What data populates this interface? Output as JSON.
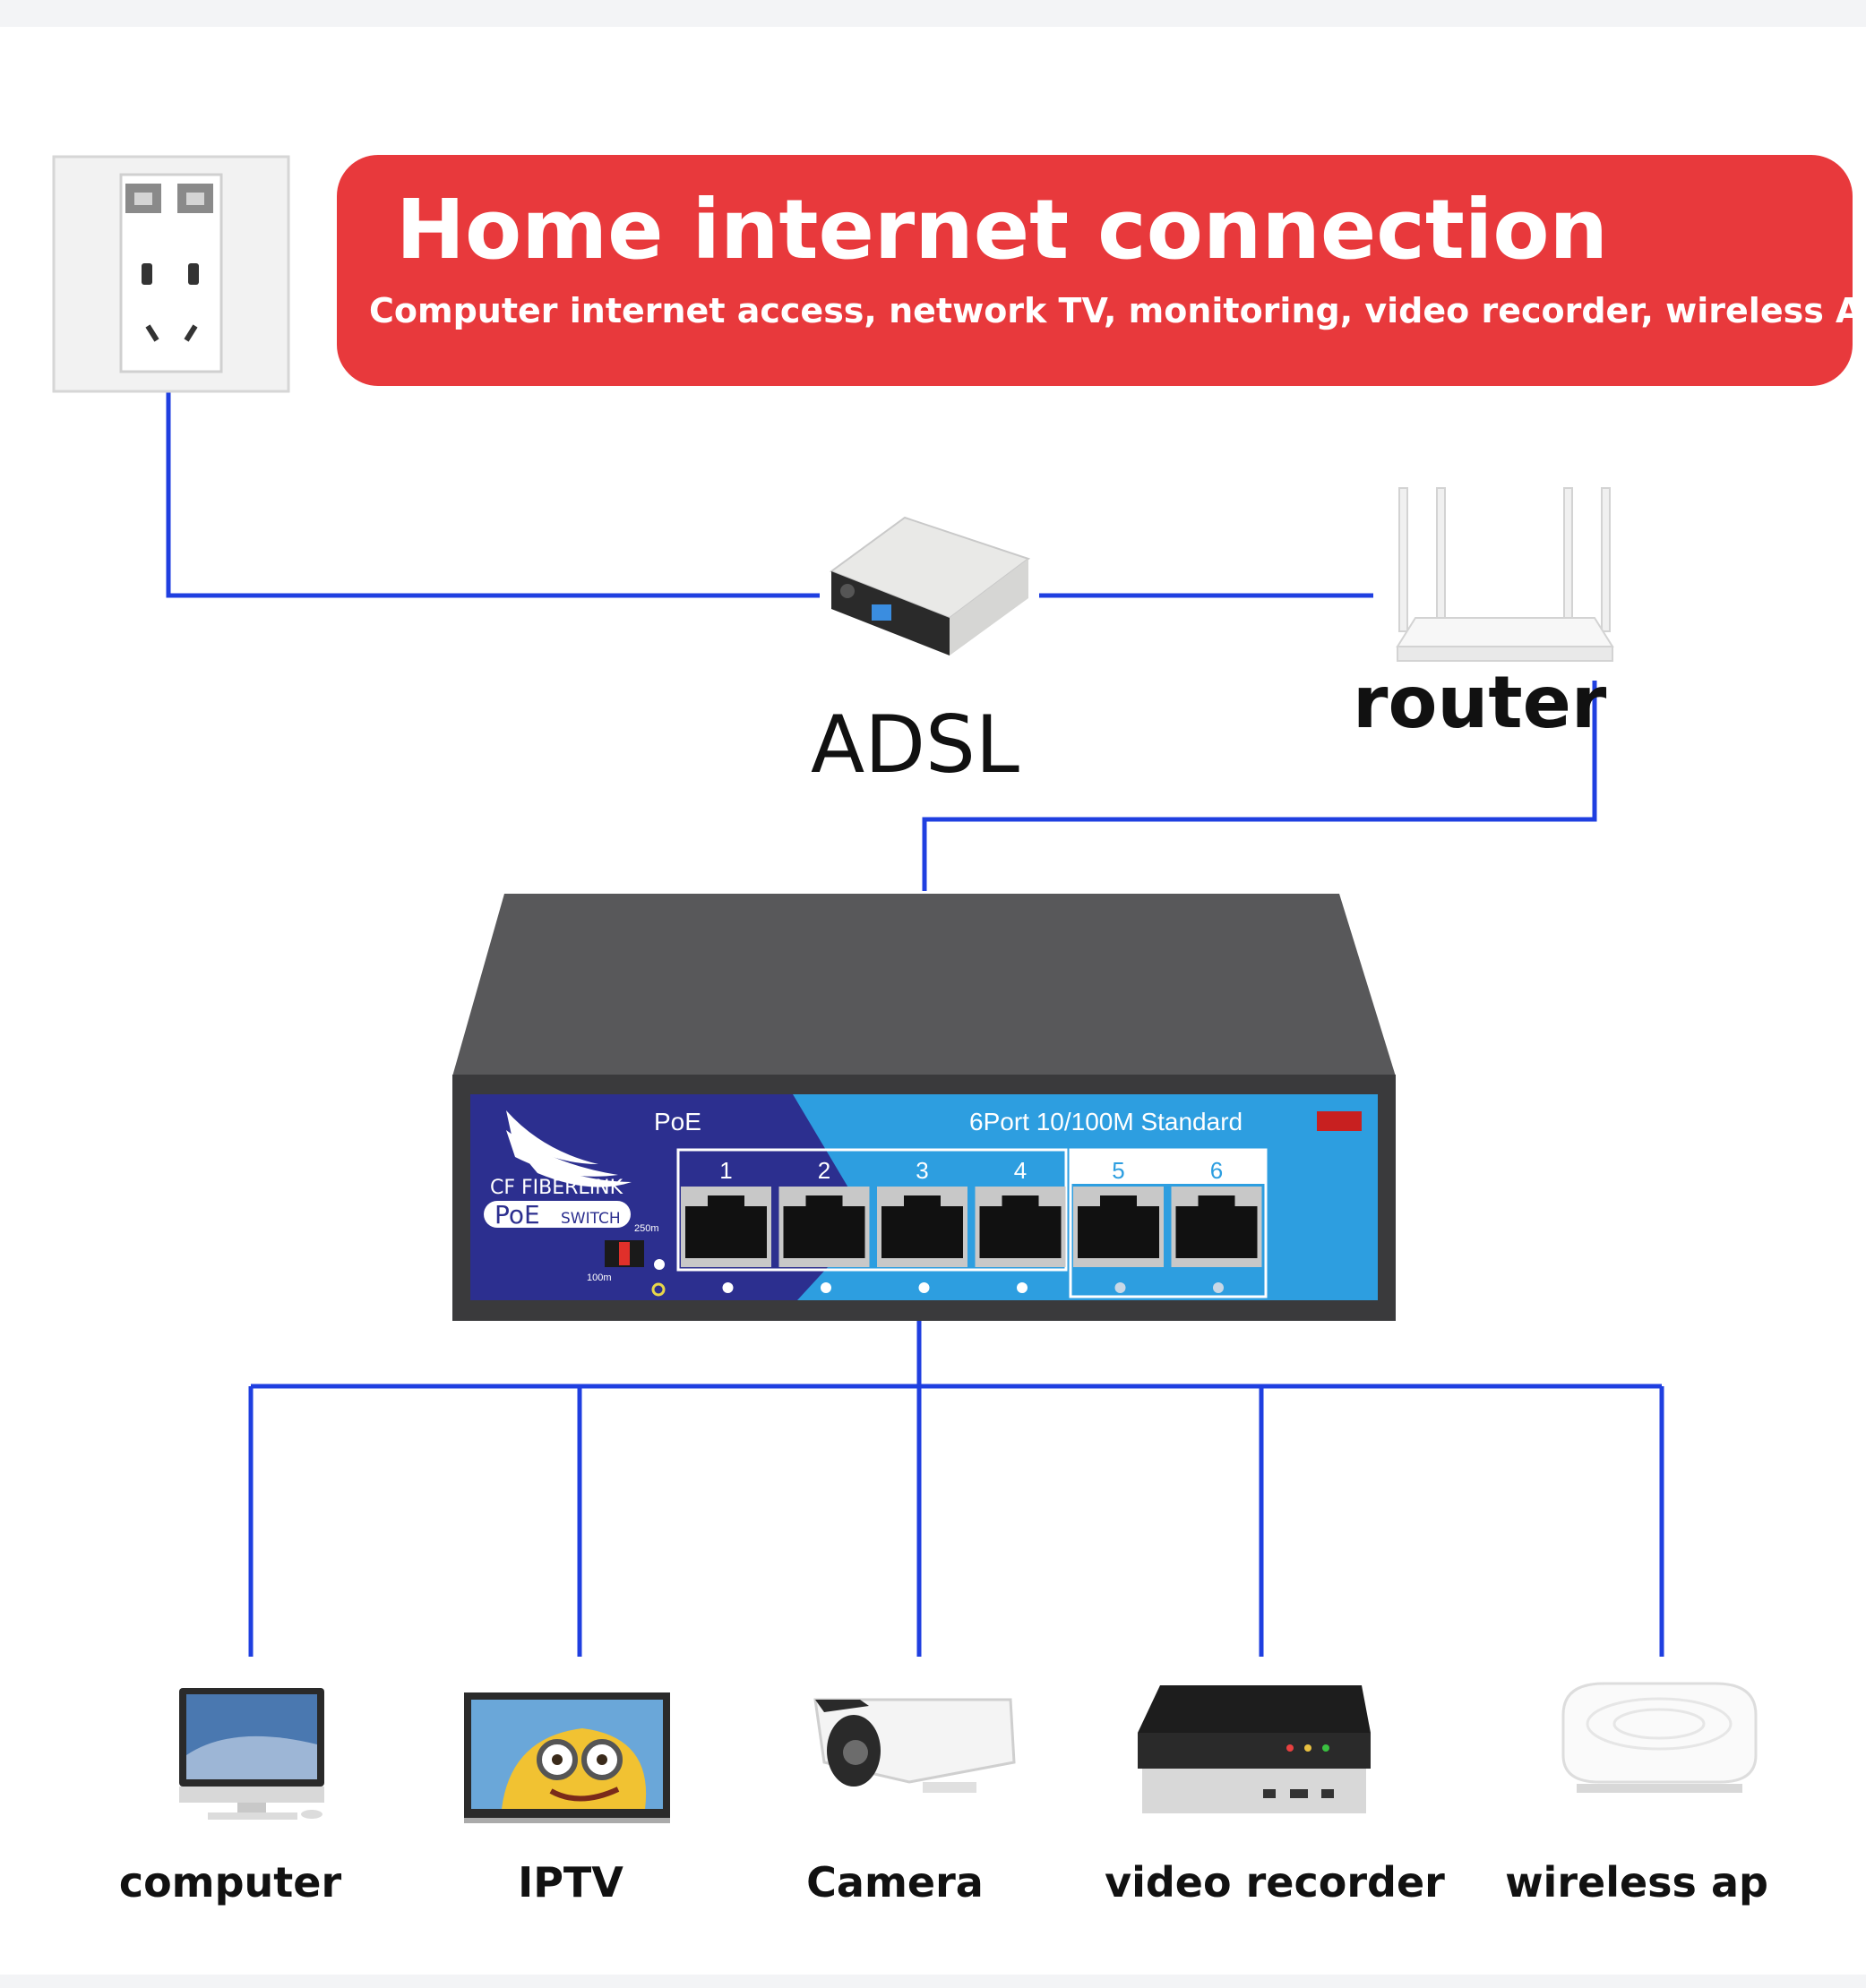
{
  "banner": {
    "title": "Home internet connection",
    "subtitle": "Computer internet access, network TV, monitoring, video recorder, wireless AP."
  },
  "nodes": {
    "adsl": "ADSL",
    "router": "router"
  },
  "switch": {
    "brand": "CF FIBERLINK",
    "badge_poe": "PoE",
    "badge_switch": "SWITCH",
    "poe_label": "PoE",
    "standard_label": "6Port 10/100M Standard",
    "ports": [
      "1",
      "2",
      "3",
      "4",
      "5",
      "6"
    ],
    "dist_long": "250m",
    "dist_short": "100m"
  },
  "devices": [
    "computer",
    "IPTV",
    "Camera",
    "video recorder",
    "wireless ap"
  ],
  "colors": {
    "banner": "#e8393c",
    "cable": "#1f3fe0",
    "switch_body": "#4a4a4c",
    "panel_dark": "#2c2f8f",
    "panel_light": "#2d9ee0"
  }
}
